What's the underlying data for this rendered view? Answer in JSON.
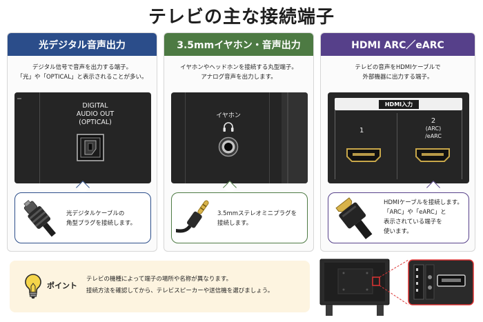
{
  "page": {
    "title": "テレビの主な接続端子"
  },
  "colors": {
    "optical": "#2b4d8a",
    "earphone": "#4d7a43",
    "hdmi": "#56408a",
    "tip_bg": "#fdf4e0"
  },
  "cards": [
    {
      "header": "光デジタル音声出力",
      "desc": [
        "デジタル信号で音声を出力する端子。",
        "「光」や「OPTICAL」と表示されることが多い。"
      ],
      "panel_label": [
        "DIGITAL",
        "AUDIO OUT",
        "(OPTICAL)"
      ],
      "callout": [
        "光デジタルケーブルの",
        "角型プラグを接続します。"
      ],
      "icons": [
        "optical-port-icon",
        "optical-plug-icon"
      ]
    },
    {
      "header": "3.5mmイヤホン・音声出力",
      "desc": [
        "イヤホンやヘッドホンを接続する丸型端子。",
        "アナログ音声を出力します。"
      ],
      "panel_label": [
        "イヤホン"
      ],
      "callout": [
        "3.5mmステレオミニプラグを",
        "接続します。"
      ],
      "icons": [
        "headphone-icon",
        "mini-jack-icon",
        "mini-plug-icon"
      ]
    },
    {
      "header": "HDMI ARC／eARC",
      "desc": [
        "テレビの音声をHDMIケーブルで",
        "外部機器に出力する端子。"
      ],
      "panel_badge": "HDMI入力",
      "ports": [
        {
          "label": "1"
        },
        {
          "label": [
            "2",
            "(ARC)",
            "/eARC"
          ]
        }
      ],
      "callout": [
        "HDMIケーブルを接続します。",
        "「ARC」や「eARC」と",
        "表示されている端子を",
        "使います。"
      ],
      "icons": [
        "hdmi-port-icon",
        "hdmi-plug-icon"
      ]
    }
  ],
  "tip": {
    "label": "ポイント",
    "lines": [
      "テレビの機種によって端子の場所や名称が異なります。",
      "接続方法を確認してから、テレビスピーカーや送信機を選びましょう。"
    ],
    "icon": "lightbulb-icon"
  },
  "tv_illustration": {
    "icons": [
      "tv-back-icon",
      "zoom-inset-icon"
    ]
  }
}
